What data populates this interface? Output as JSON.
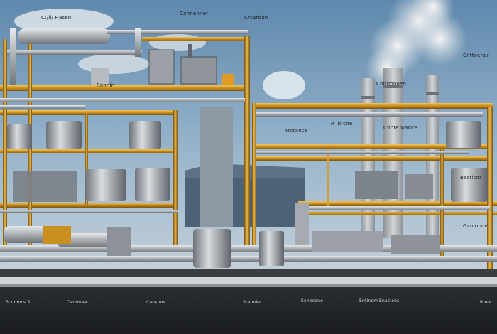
{
  "scene": {
    "kind": "illustration",
    "labels": {
      "top_left": "C:/ll/ Hasen",
      "top_mid": "Connenner",
      "top_right": "Crcarbon",
      "far_right": "Cnttoener",
      "chimney": "Cnitimooen",
      "mid_a": "Frctance",
      "mid_b": "R lbrcne",
      "mid_c": "Cnnte wadce",
      "tank_right": "Bacticor",
      "side_right": "Ganiopne",
      "center_small": "Ronnin"
    },
    "footer_labels": [
      "Scnmncs S",
      "Canrmea",
      "Cansnos",
      "Srennier",
      "Senecene",
      "Entinem",
      "Enaclons",
      "Rmoc"
    ]
  }
}
